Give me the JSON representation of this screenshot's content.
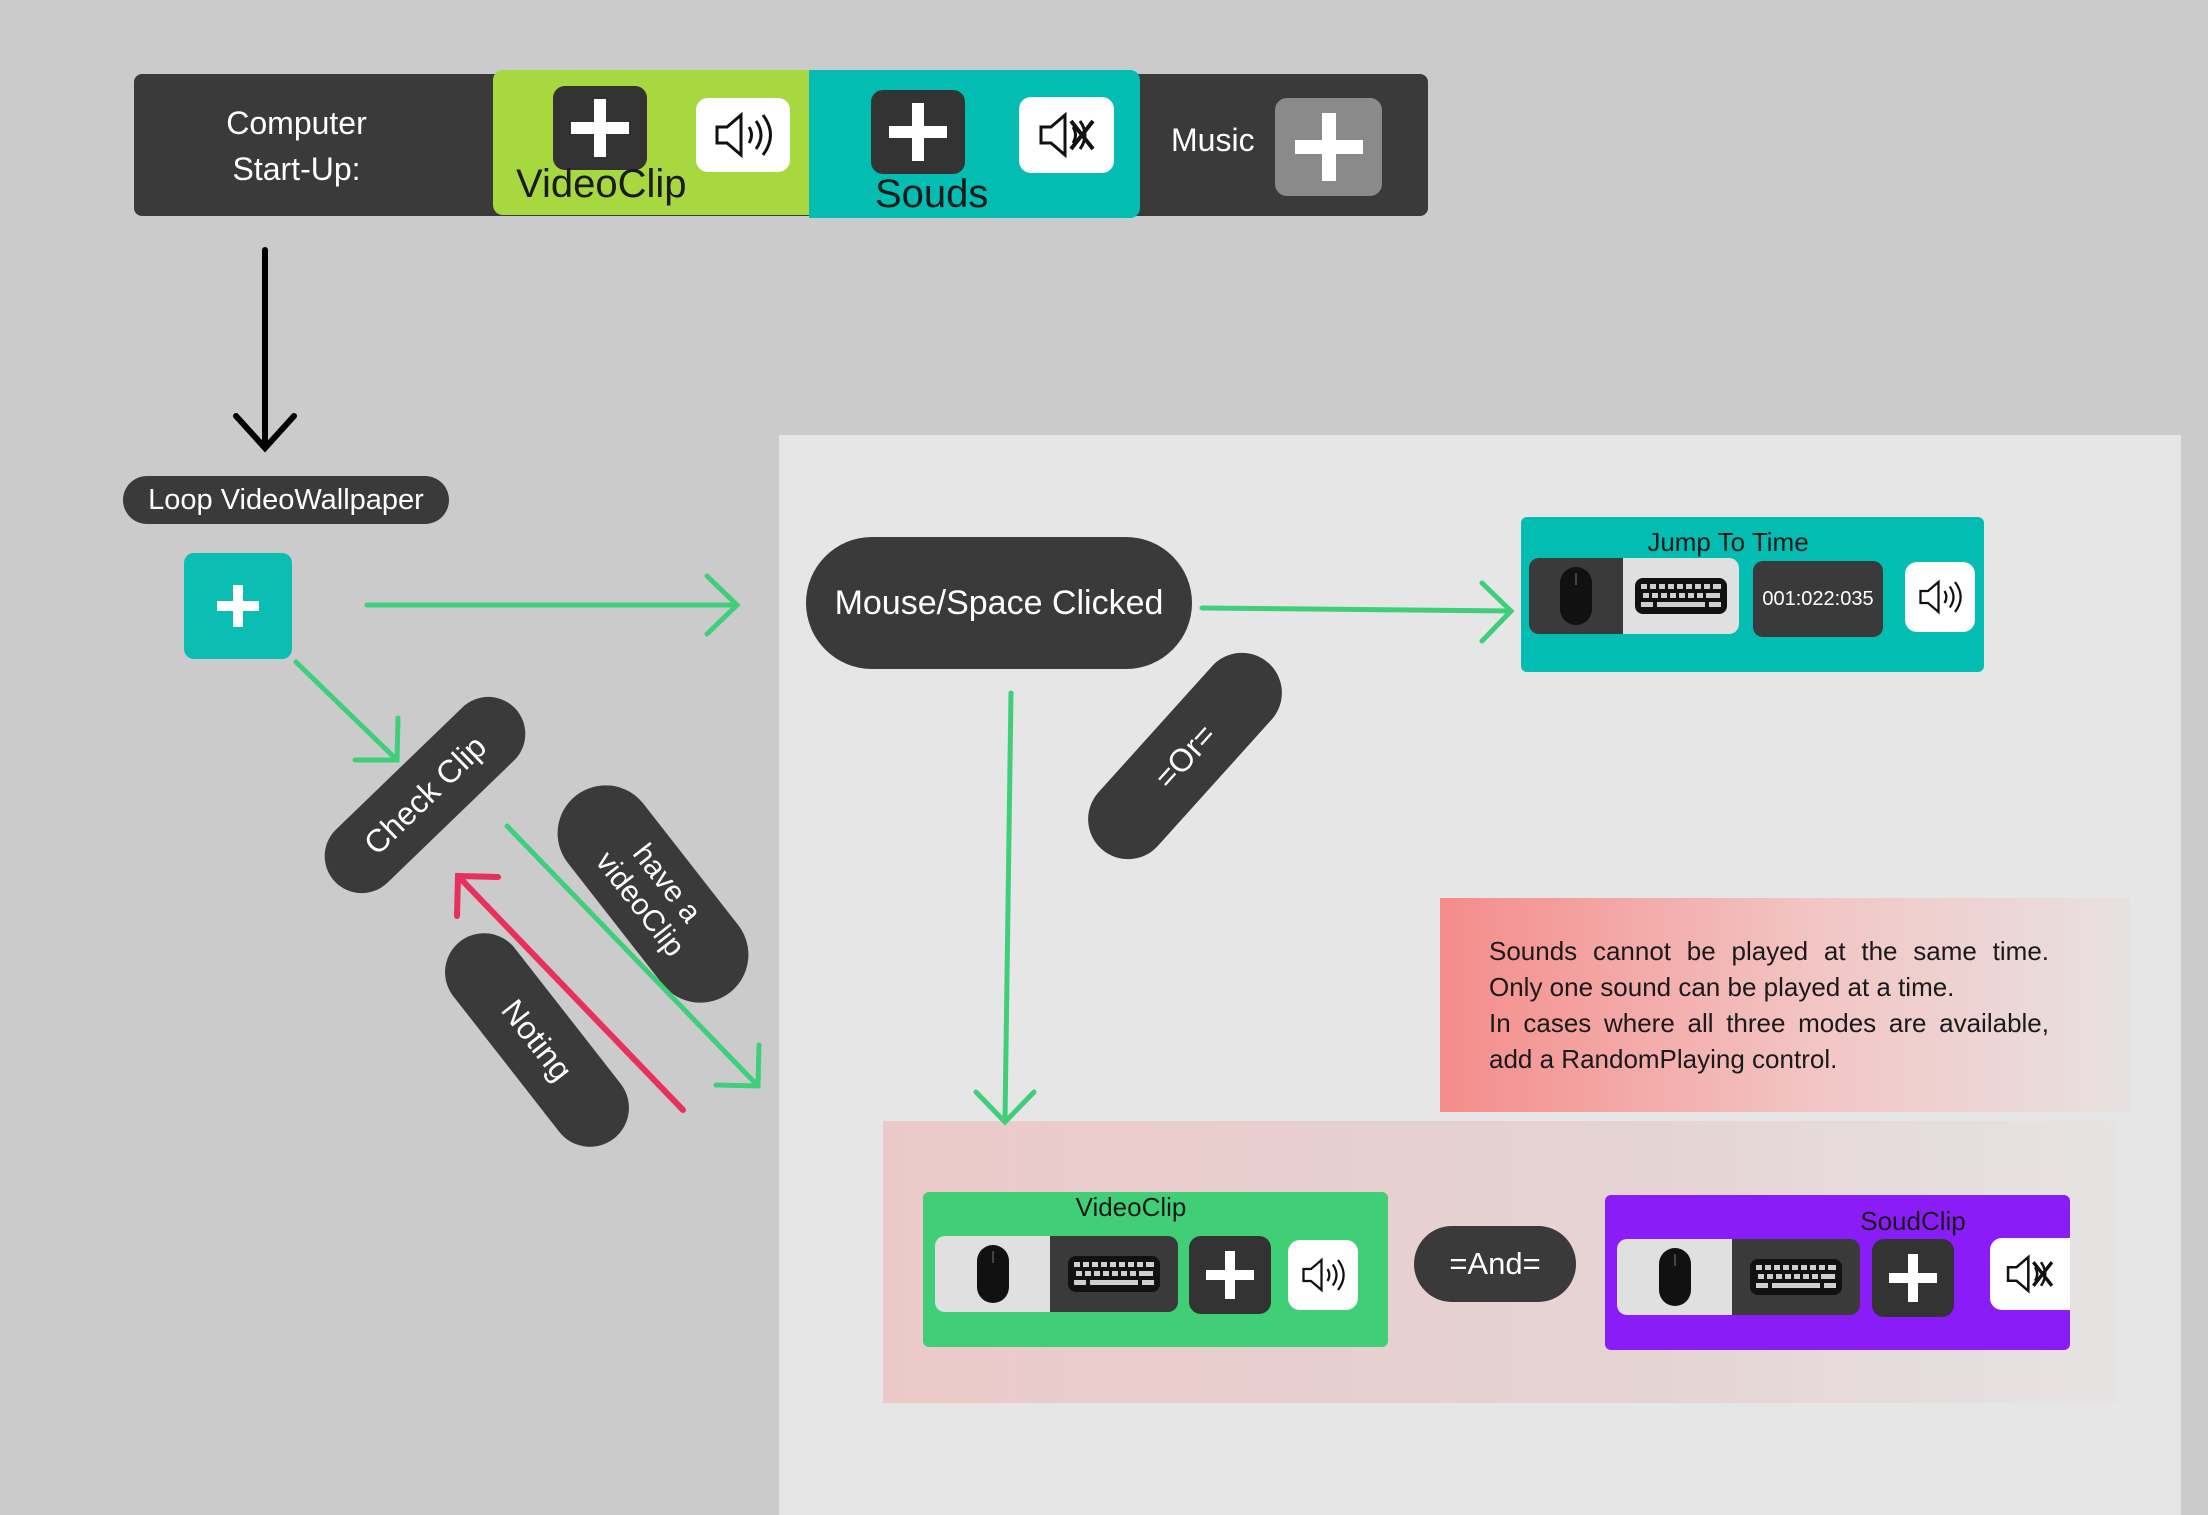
{
  "topbar": {
    "startup_line1": "Computer",
    "startup_line2": "Start-Up:",
    "video_label": "VideoClip",
    "sound_label": "Souds",
    "music_label": "Music"
  },
  "flow": {
    "loop_label": "Loop VideoWallpaper",
    "mouse_label": "Mouse/Space Clicked",
    "check_label": "Check Clip",
    "have_label_line1": "have a",
    "have_label_line2": "videoClip",
    "noting_label": "Noting",
    "or_label": "=Or=",
    "and_label": "=And="
  },
  "jump": {
    "title": "Jump To Time",
    "time": "001:022:035"
  },
  "note": {
    "line1": "Sounds cannot be played at the same time.",
    "line2": "Only one sound can be played at a time.",
    "line3": "In cases where all three modes are available,",
    "line4": "add a RandomPlaying control."
  },
  "videoclip_card": {
    "title": "VideoClip"
  },
  "soundclip_card": {
    "title": "SoudClip"
  },
  "colors": {
    "green_arrow": "#3fcf7a",
    "red_arrow": "#e6315d",
    "teal": "#03bcb2",
    "lime": "#a8d840",
    "purple": "#8a1df7",
    "green_card": "#40cf76"
  }
}
